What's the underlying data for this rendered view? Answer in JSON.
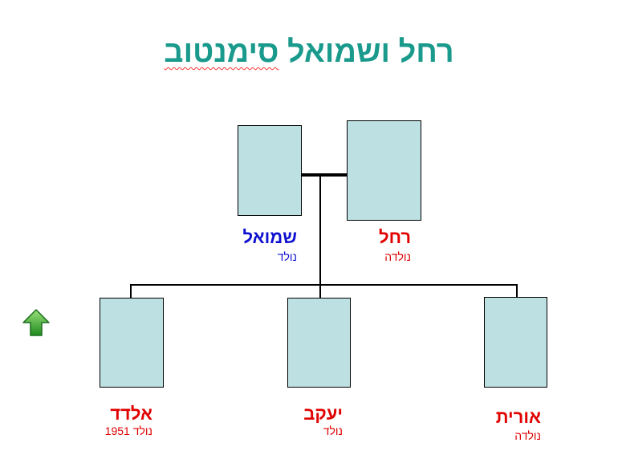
{
  "title": {
    "part1": "רחל ושמואל",
    "part2": "סימנטוב"
  },
  "parents": {
    "father": {
      "name": "שמואל",
      "sub": "נולד"
    },
    "mother": {
      "name": "רחל",
      "sub": "נולדה"
    }
  },
  "children": {
    "eldad": {
      "name": "אלדד",
      "sub": "נולד 1951"
    },
    "yaakov": {
      "name": "יעקב",
      "sub": "נולד"
    },
    "orit": {
      "name": "אורית",
      "sub": "נולדה"
    }
  },
  "colors": {
    "title": "#1a9a8c",
    "photo_fill": "#bde0e3",
    "male_name": "#1010d0",
    "female_name": "#e00000",
    "nav_arrow": "#2ea82e"
  },
  "nav": {
    "icon": "up-arrow-icon"
  }
}
